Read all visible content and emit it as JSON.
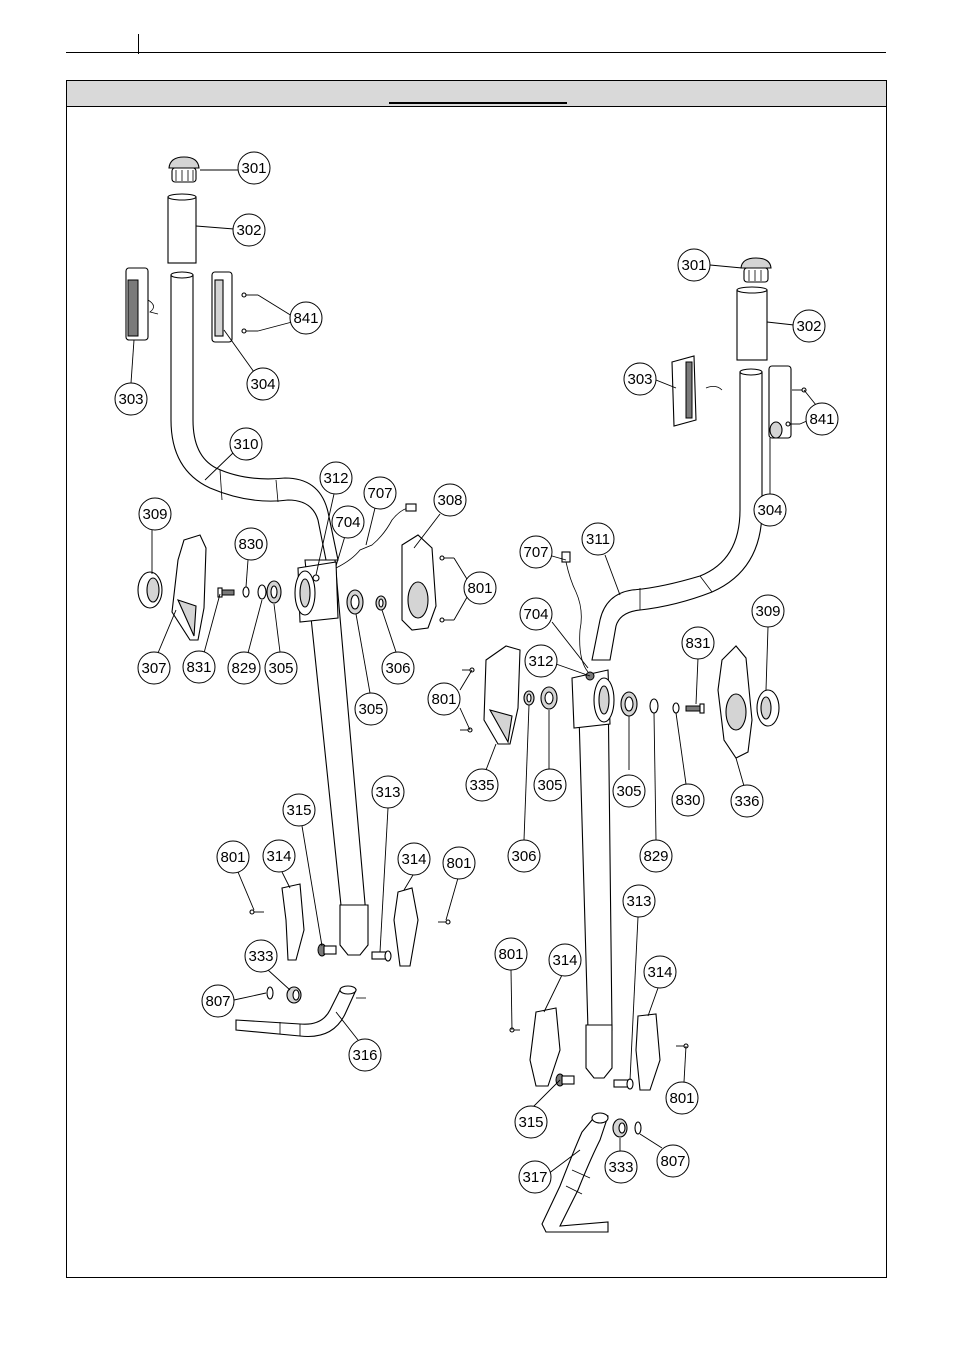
{
  "callouts_left": [
    {
      "id": "301"
    },
    {
      "id": "302"
    },
    {
      "id": "841"
    },
    {
      "id": "303"
    },
    {
      "id": "304"
    },
    {
      "id": "310"
    },
    {
      "id": "312"
    },
    {
      "id": "707"
    },
    {
      "id": "308"
    },
    {
      "id": "704"
    },
    {
      "id": "309"
    },
    {
      "id": "830"
    },
    {
      "id": "801"
    },
    {
      "id": "307"
    },
    {
      "id": "831"
    },
    {
      "id": "829"
    },
    {
      "id": "305"
    },
    {
      "id": "306"
    },
    {
      "id": "305"
    },
    {
      "id": "313"
    },
    {
      "id": "315"
    },
    {
      "id": "801"
    },
    {
      "id": "314"
    },
    {
      "id": "314"
    },
    {
      "id": "801"
    },
    {
      "id": "333"
    },
    {
      "id": "807"
    },
    {
      "id": "316"
    }
  ],
  "callouts_right": [
    {
      "id": "301"
    },
    {
      "id": "302"
    },
    {
      "id": "303"
    },
    {
      "id": "841"
    },
    {
      "id": "304"
    },
    {
      "id": "707"
    },
    {
      "id": "311"
    },
    {
      "id": "309"
    },
    {
      "id": "704"
    },
    {
      "id": "831"
    },
    {
      "id": "312"
    },
    {
      "id": "801"
    },
    {
      "id": "335"
    },
    {
      "id": "305"
    },
    {
      "id": "305"
    },
    {
      "id": "830"
    },
    {
      "id": "336"
    },
    {
      "id": "306"
    },
    {
      "id": "829"
    },
    {
      "id": "313"
    },
    {
      "id": "801"
    },
    {
      "id": "314"
    },
    {
      "id": "314"
    },
    {
      "id": "801"
    },
    {
      "id": "315"
    },
    {
      "id": "317"
    },
    {
      "id": "333"
    },
    {
      "id": "807"
    }
  ]
}
